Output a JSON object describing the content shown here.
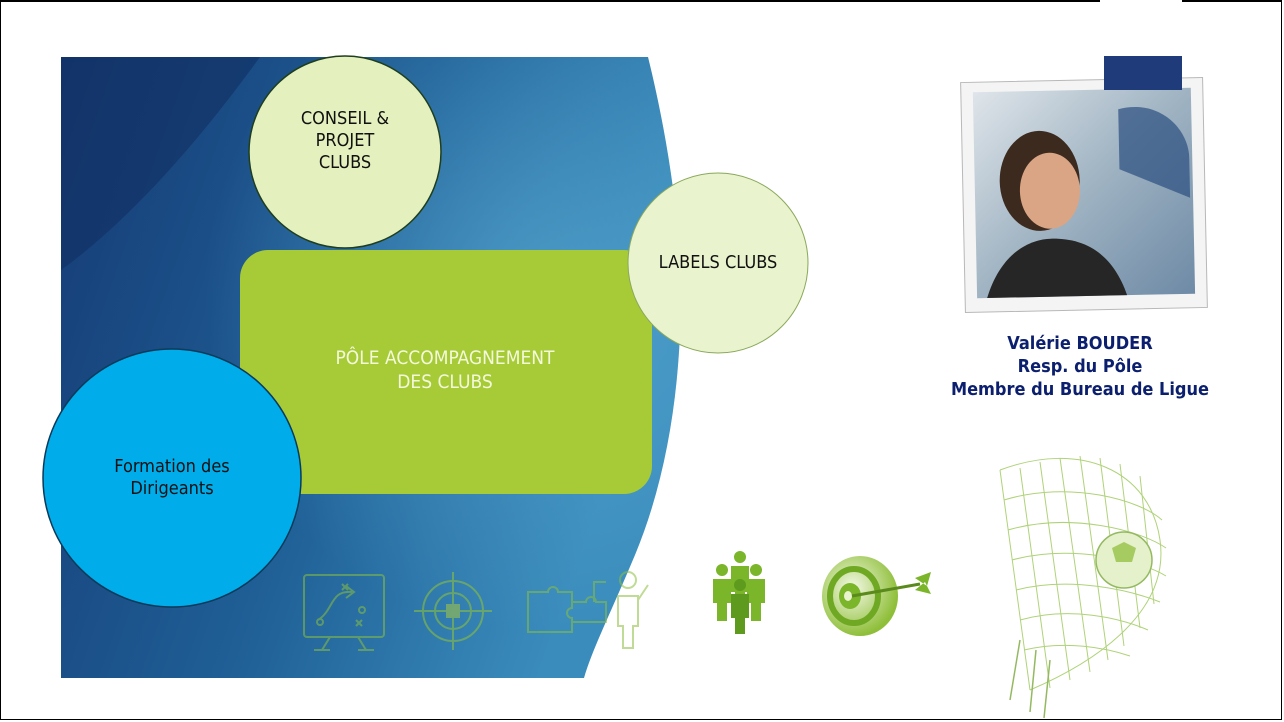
{
  "diagram": {
    "center": {
      "lines": [
        "PÔLE ACCOMPAGNEMENT",
        "DES CLUBS"
      ]
    },
    "top_circle": {
      "lines": [
        "CONSEIL &",
        "PROJET",
        "CLUBS"
      ]
    },
    "right_circle": {
      "lines": [
        "LABELS CLUBS"
      ]
    },
    "left_circle": {
      "lines": [
        "Formation des",
        "Dirigeants"
      ]
    }
  },
  "person": {
    "name": "Valérie BOUDER",
    "role": "Resp. du Pôle",
    "title": "Membre du Bureau de Ligue"
  },
  "icons": [
    "strategy-board-icon",
    "target-crosshair-icon",
    "puzzle-person-icon",
    "team-people-icon",
    "dartboard-icon",
    "soccer-goal-net-icon"
  ],
  "colors": {
    "background_dark": "#163a74",
    "background_light": "#3a8cbc",
    "center_box": "#a6cb36",
    "circle_light": "#e4f1be",
    "circle_blue": "#00adea",
    "caption": "#0b1f6e",
    "icon_green": "#7ab52a"
  }
}
